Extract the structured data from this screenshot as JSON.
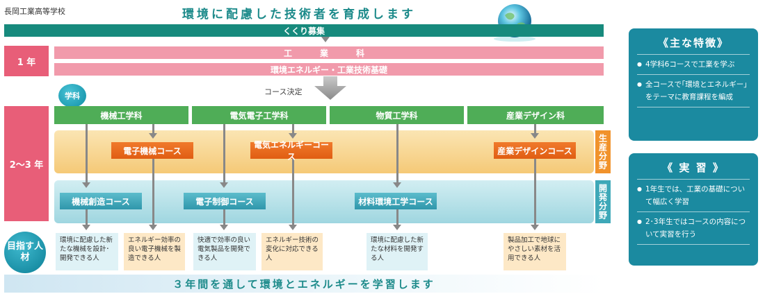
{
  "header": {
    "school": "長岡工業高等学校",
    "tagline": "環境に配慮した技術者を育成します"
  },
  "kukuri": "くくり募集",
  "year1": {
    "label": "1 年",
    "dept": "工　業　科",
    "subject": "環境エネルギー・工業技術基礎"
  },
  "course_decision": "コース決定",
  "year23": {
    "label": "2〜3 年"
  },
  "gakka_badge": "学科",
  "departments": [
    "機械工学科",
    "電気電子工学科",
    "物質工学科",
    "産業デザイン科"
  ],
  "fields": {
    "production": "生産分野",
    "development": "開発分野"
  },
  "production_courses": [
    "電子機械コース",
    "電気エネルギーコース",
    "産業デザインコース"
  ],
  "development_courses": [
    "機械創造コース",
    "電子制御コース",
    "材料環境工学コース"
  ],
  "target_badge": "目指す人材",
  "targets": [
    "環境に配慮した新たな機械を設計･開発できる人",
    "エネルギー効率の良い電子機械を製造できる人",
    "快適で効率の良い電気製品を開発できる人",
    "エネルギー技術の変化に対応できる人",
    "環境に配慮した新たな材料を開発する人",
    "製品加工で地球にやさしい素材を活用できる人"
  ],
  "bottom_message": "３年間を通して環境とエネルギーを学習します",
  "panels": {
    "features": {
      "title": "《主な特徴》",
      "items": [
        "4学科6コースで工業を学ぶ",
        "全コースで｢環境とエネルギー｣をテーマに教育課程を編成"
      ]
    },
    "practice": {
      "title": "《 実 習 》",
      "items": [
        "1年生では、工業の基礎について幅広く学習",
        "2･3年生ではコースの内容について実習を行う"
      ]
    }
  },
  "colors": {
    "teal": "#178a7d",
    "pink": "#f19aab",
    "year": "#e85e78",
    "green": "#4fad57",
    "orange": "#f07a2c",
    "blue": "#2f97ab",
    "panel": "#1b8aa0"
  }
}
